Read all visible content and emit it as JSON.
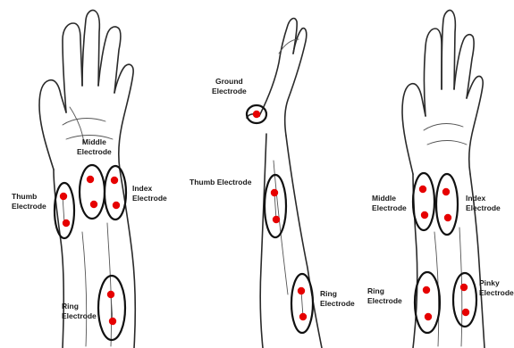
{
  "panels": [
    {
      "id": "left",
      "labels": {
        "middle": [
          "Middle",
          "Electrode"
        ],
        "thumb": [
          "Thumb",
          "Electrode"
        ],
        "index": [
          "Index",
          "Electrode"
        ],
        "ring": [
          "Ring",
          "Electrode"
        ]
      }
    },
    {
      "id": "middle",
      "labels": {
        "ground": [
          "Ground",
          "Electrode"
        ],
        "thumb": [
          "Thumb Electrode"
        ],
        "ring": [
          "Ring",
          "Electrode"
        ]
      }
    },
    {
      "id": "right",
      "labels": {
        "middle": [
          "Middle",
          "Electrode"
        ],
        "index": [
          "Index",
          "Electrode"
        ],
        "ring": [
          "Ring",
          "Electrode"
        ],
        "pinky": [
          "Pinky",
          "Electrode"
        ]
      }
    }
  ],
  "colors": {
    "electrode_dot": "#e60000",
    "outline": "#111111"
  }
}
